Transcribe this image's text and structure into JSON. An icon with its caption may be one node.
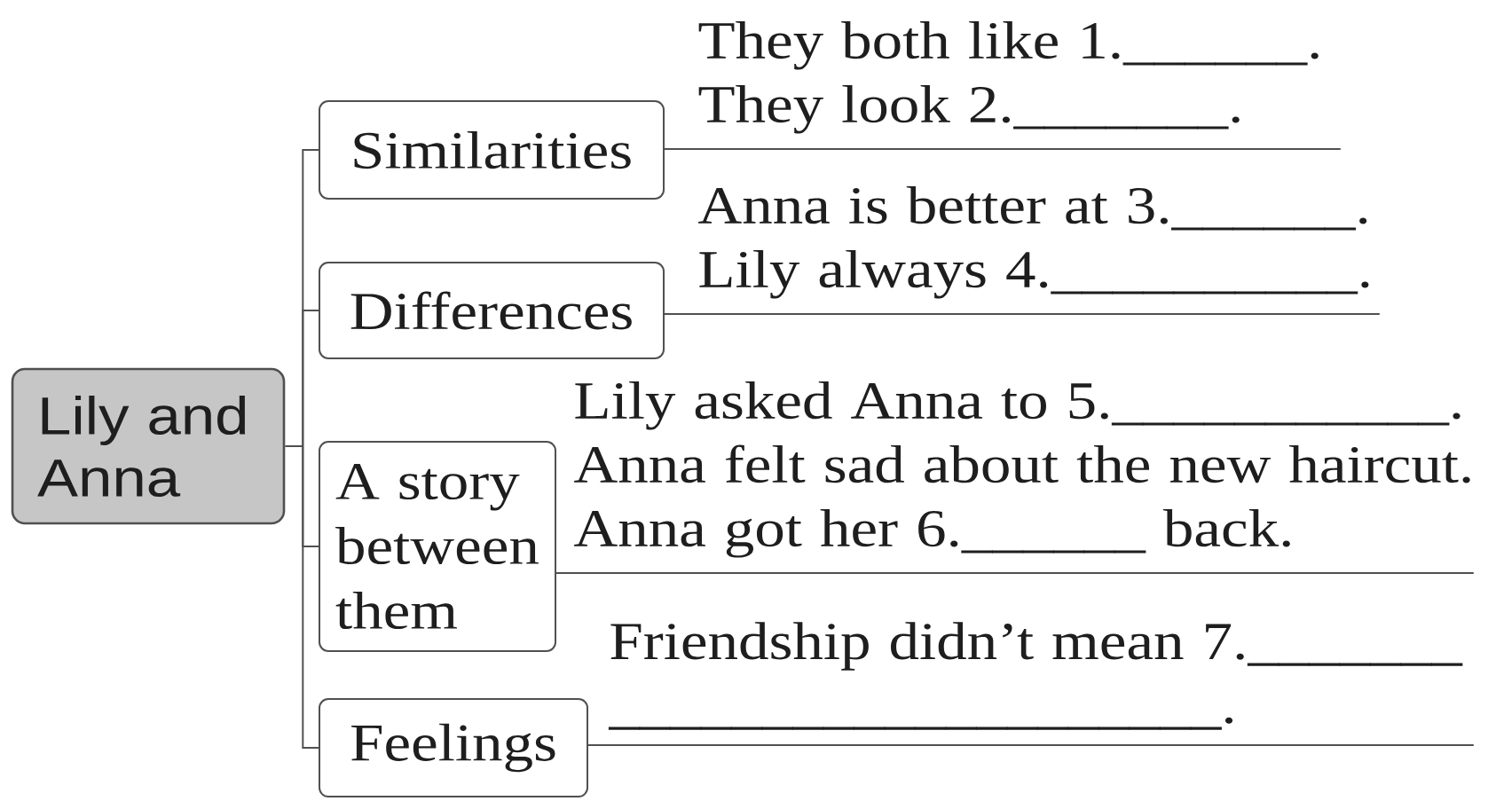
{
  "diagram": {
    "nodes": [
      {
        "text": [
          "Lily and Anna"
        ]
      },
      {
        "text": [
          "Similarities"
        ]
      },
      {
        "text": [
          "Differences"
        ]
      },
      {
        "text": [
          "A story between them"
        ]
      },
      {
        "text": [
          "Feelings"
        ]
      },
      {
        "text": [
          "They both like 1.______.",
          "They look 2._______."
        ]
      },
      {
        "text": [
          "Anna is better at 3.______.",
          "Lily always 4.__________."
        ]
      },
      {
        "text": [
          "Lily asked Anna to 5.___________.",
          "Anna felt sad about the new haircut.",
          "Anna got her 6.______ back."
        ]
      },
      {
        "text": [
          "Friendship didn’t mean 7._______ ____________________."
        ]
      }
    ],
    "edges": [
      {
        "from": 0,
        "to": 1,
        "arrow": "none"
      },
      {
        "from": 0,
        "to": 2,
        "arrow": "none"
      },
      {
        "from": 0,
        "to": 3,
        "arrow": "none"
      },
      {
        "from": 0,
        "to": 4,
        "arrow": "none"
      },
      {
        "from": 1,
        "to": 5,
        "arrow": "none"
      },
      {
        "from": 2,
        "to": 6,
        "arrow": "none"
      },
      {
        "from": 3,
        "to": 7,
        "arrow": "none"
      },
      {
        "from": 4,
        "to": 8,
        "arrow": "none"
      }
    ]
  }
}
